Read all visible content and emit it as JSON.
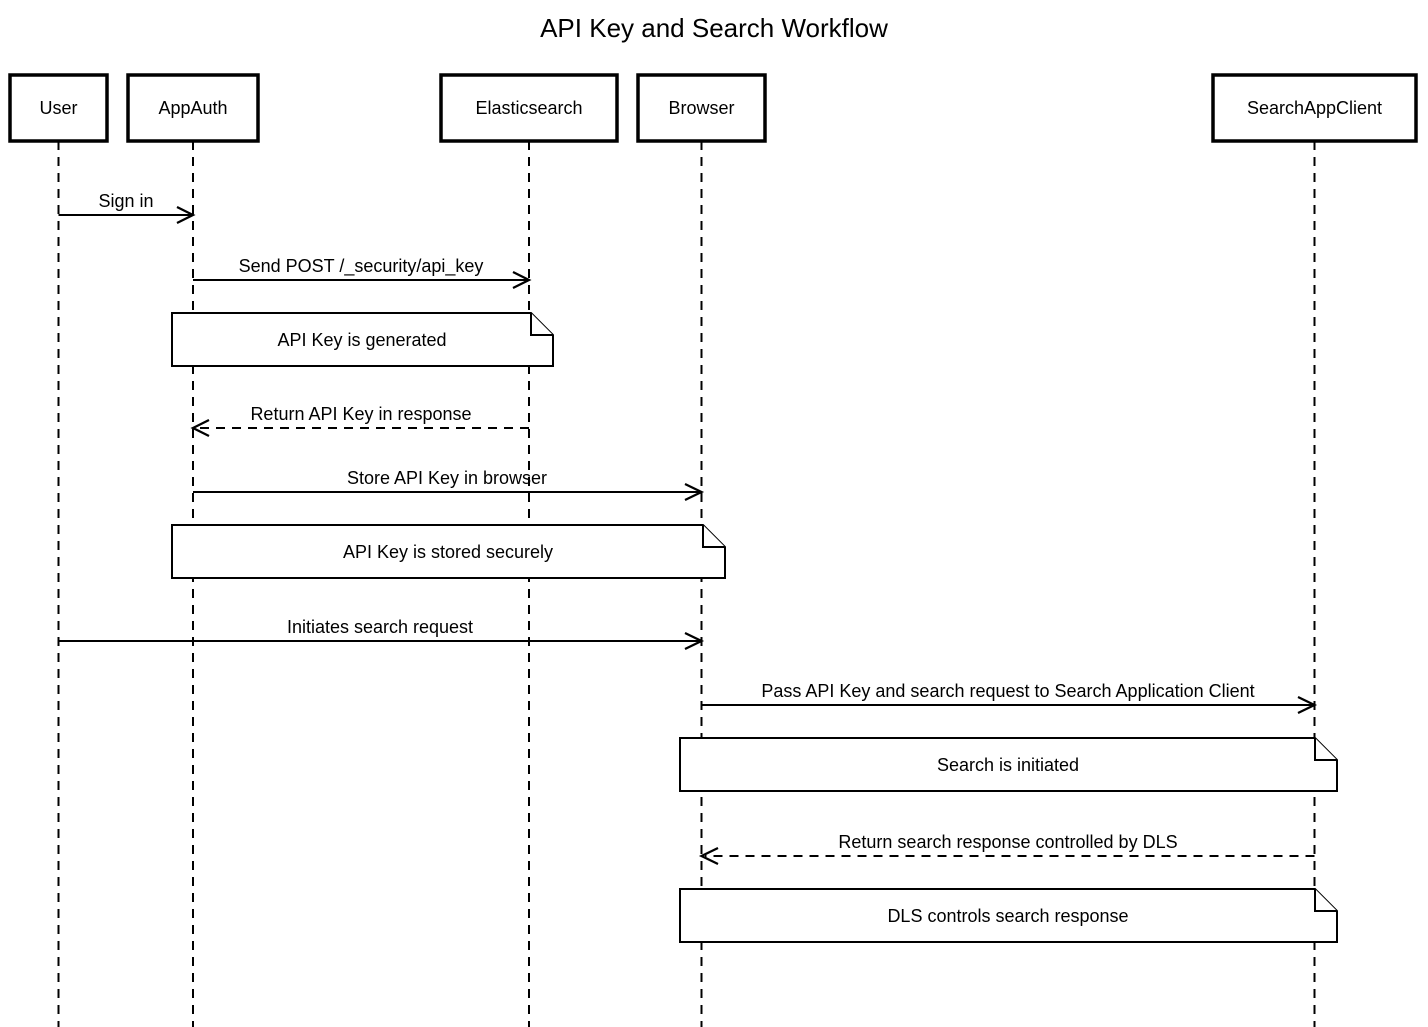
{
  "title": "API Key and Search Workflow",
  "diagram_type": "sequence-diagram",
  "colors": {
    "background": "#ffffff",
    "line": "#000000",
    "text": "#000000",
    "box_fill": "#ffffff"
  },
  "actors": [
    {
      "id": "user",
      "label": "User"
    },
    {
      "id": "appauth",
      "label": "AppAuth"
    },
    {
      "id": "elasticsearch",
      "label": "Elasticsearch"
    },
    {
      "id": "browser",
      "label": "Browser"
    },
    {
      "id": "searchappclient",
      "label": "SearchAppClient"
    }
  ],
  "messages": [
    {
      "from": "User",
      "to": "AppAuth",
      "label": "Sign in",
      "line": "solid",
      "direction": "right"
    },
    {
      "from": "AppAuth",
      "to": "Elasticsearch",
      "label": "Send POST /_security/api_key",
      "line": "solid",
      "direction": "right"
    },
    {
      "from": "Elasticsearch",
      "to": "AppAuth",
      "label": "Return API Key in response",
      "line": "dashed",
      "direction": "left"
    },
    {
      "from": "AppAuth",
      "to": "Browser",
      "label": "Store API Key in browser",
      "line": "solid",
      "direction": "right"
    },
    {
      "from": "User",
      "to": "Browser",
      "label": "Initiates search request",
      "line": "solid",
      "direction": "right"
    },
    {
      "from": "Browser",
      "to": "SearchAppClient",
      "label": "Pass API Key and search request to Search Application Client",
      "line": "solid",
      "direction": "right"
    },
    {
      "from": "SearchAppClient",
      "to": "Browser",
      "label": "Return search response controlled by DLS",
      "line": "dashed",
      "direction": "left"
    }
  ],
  "notes": [
    {
      "over": "AppAuth, Elasticsearch",
      "label": "API Key is generated"
    },
    {
      "over": "AppAuth, Browser",
      "label": "API Key is stored securely"
    },
    {
      "over": "Browser, SearchAppClient",
      "label": "Search is initiated"
    },
    {
      "over": "Browser, SearchAppClient",
      "label": "DLS controls search response"
    }
  ]
}
